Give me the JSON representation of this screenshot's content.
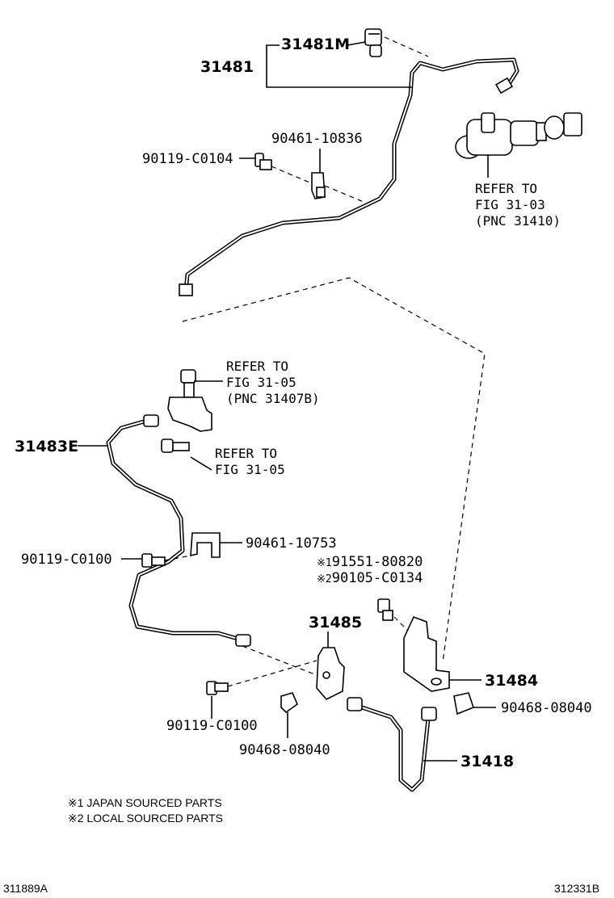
{
  "parts": {
    "p31481": "31481",
    "p31481M": "31481M",
    "p90461_10836": "90461-10836",
    "p90119_C0104": "90119-C0104",
    "p31483E": "31483E",
    "p90461_10753": "90461-10753",
    "p90119_C0100_a": "90119-C0100",
    "p91551_80820": "91551-80820",
    "p90105_C0134": "90105-C0134",
    "p31485": "31485",
    "p31484": "31484",
    "p90468_08040_a": "90468-08040",
    "p90119_C0100_b": "90119-C0100",
    "p90468_08040_b": "90468-08040",
    "p31418": "31418"
  },
  "refs": {
    "ref1": [
      "REFER TO",
      "FIG 31-03",
      "(PNC 31410)"
    ],
    "ref2": [
      "REFER TO",
      "FIG 31-05",
      "(PNC 31407B)"
    ],
    "ref3": [
      "REFER TO",
      "FIG 31-05"
    ]
  },
  "marks": {
    "m1": "※1",
    "m2": "※2"
  },
  "notes": {
    "n1": "※1 JAPAN SOURCED PARTS",
    "n2": "※2 LOCAL SOURCED PARTS"
  },
  "codes": {
    "left": "311889A",
    "right": "312331B"
  }
}
